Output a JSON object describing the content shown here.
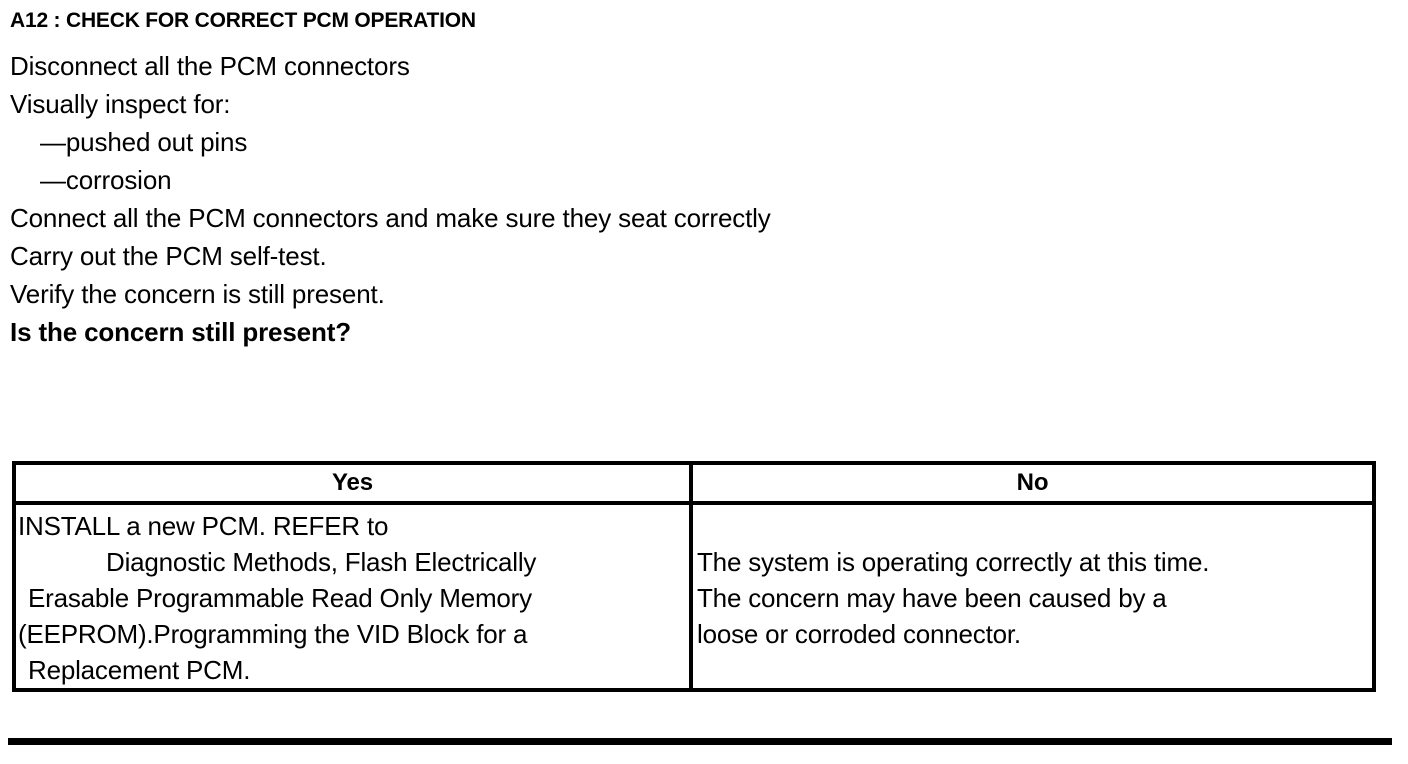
{
  "document": {
    "step_heading": "A12 : CHECK FOR CORRECT PCM OPERATION",
    "instructions": [
      "Disconnect all the PCM connectors",
      "Visually inspect for:",
      "—pushed out pins",
      "—corrosion",
      "Connect all the PCM connectors and make sure they seat correctly",
      "Carry out the PCM self-test.",
      "Verify the concern is still present.",
      "Is the concern still present?"
    ],
    "instruction_lines": {
      "line_1": "Disconnect all the PCM connectors",
      "line_2": "Visually inspect for:",
      "line_3": "—pushed out pins",
      "line_4": "—corrosion",
      "line_5": "Connect all the PCM connectors and make sure they seat correctly",
      "line_6": "Carry out the PCM self-test.",
      "line_7": "Verify the concern is still present.",
      "line_8": "Is the concern still present?"
    }
  },
  "decision_table": {
    "headers": {
      "yes": "Yes",
      "no": "No"
    },
    "yes_cell": {
      "lines": [
        "INSTALL a new PCM.  REFER to",
        "Diagnostic Methods, Flash Electrically",
        "Erasable Programmable Read Only Memory",
        "(EEPROM).Programming the VID Block for a",
        "Replacement PCM."
      ],
      "line_1": "INSTALL a new PCM.  REFER to",
      "line_2": "Diagnostic Methods, Flash Electrically",
      "line_3": "Erasable Programmable Read Only Memory",
      "line_4": "(EEPROM).Programming the VID Block for a",
      "line_5": "Replacement PCM."
    },
    "no_cell": {
      "lines": [
        "The system is operating correctly at this time.",
        "The concern may have been caused by a",
        "loose or corroded connector."
      ],
      "line_1": "The system is operating correctly at this time.",
      "line_2": "The concern may have been caused by a",
      "line_3": "loose or corroded connector."
    }
  },
  "colors": {
    "text": "#000000",
    "background": "#ffffff",
    "rule": "#000000"
  }
}
